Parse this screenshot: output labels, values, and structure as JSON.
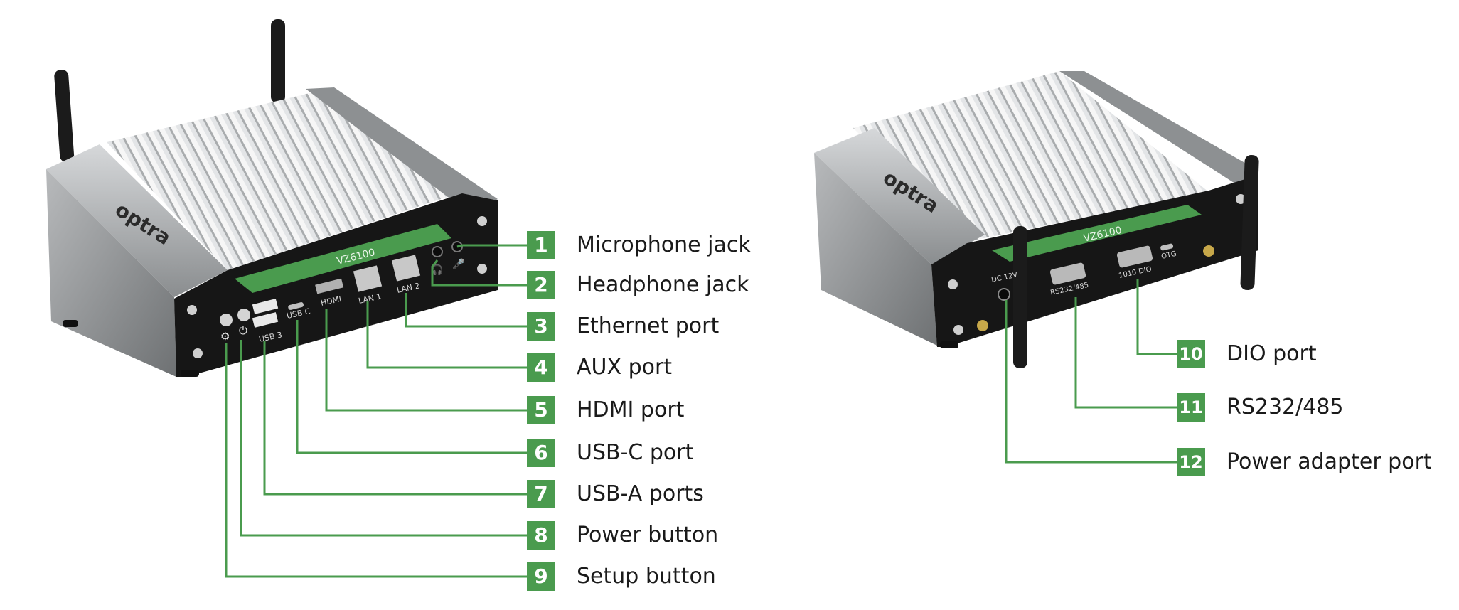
{
  "colors": {
    "accent_green": "#4a9b4e",
    "chassis_black": "#161616",
    "fin_silver": "#d9dbdd",
    "side_silver": "#a8abad"
  },
  "device_text": {
    "brand": "optra",
    "model": "VZ6100",
    "front_ports": {
      "usb3": "USB 3",
      "usbc": "USB C",
      "hdmi": "HDMI",
      "lan1": "LAN 1",
      "lan2": "LAN 2"
    },
    "rear_ports": {
      "dc": "DC 12V",
      "rs": "RS232/485",
      "dio": "1010 DIO",
      "otg": "OTG"
    }
  },
  "callouts": [
    {
      "number": "1",
      "label": "Microphone jack",
      "icon": "microphone-jack"
    },
    {
      "number": "2",
      "label": "Headphone jack",
      "icon": "headphone-jack"
    },
    {
      "number": "3",
      "label": "Ethernet port",
      "icon": "ethernet-port"
    },
    {
      "number": "4",
      "label": "AUX port",
      "icon": "ethernet-port"
    },
    {
      "number": "5",
      "label": "HDMI port",
      "icon": "hdmi-port"
    },
    {
      "number": "6",
      "label": "USB-C port",
      "icon": "usb-c-port"
    },
    {
      "number": "7",
      "label": "USB-A ports",
      "icon": "usb-a-port"
    },
    {
      "number": "8",
      "label": "Power button",
      "icon": "power-icon"
    },
    {
      "number": "9",
      "label": "Setup button",
      "icon": "gear-icon"
    },
    {
      "number": "10",
      "label": "DIO port",
      "icon": "serial-port"
    },
    {
      "number": "11",
      "label": "RS232/485",
      "icon": "serial-port"
    },
    {
      "number": "12",
      "label": "Power adapter port",
      "icon": "dc-jack"
    }
  ]
}
